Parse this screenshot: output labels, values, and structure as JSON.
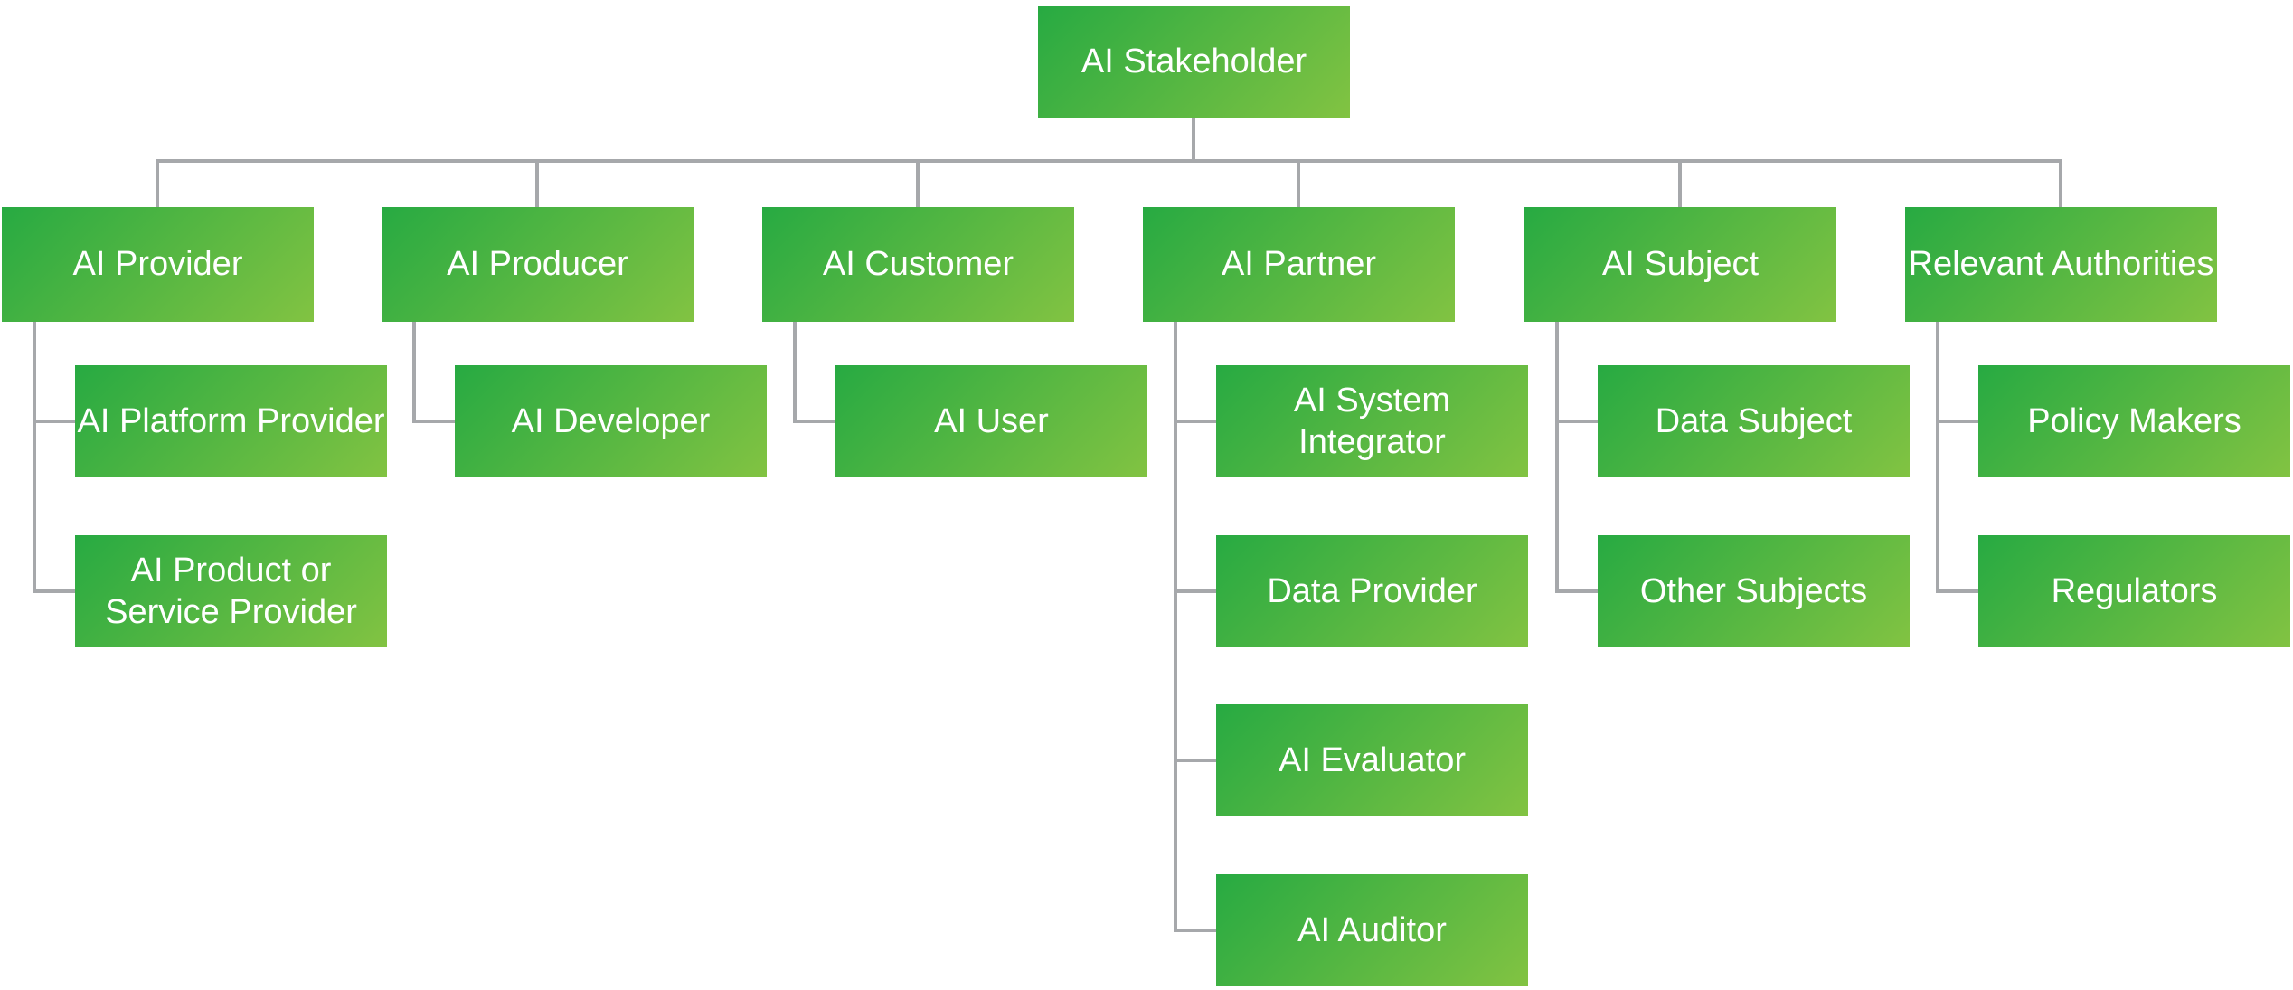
{
  "org": {
    "root": {
      "label": "AI Stakeholder"
    },
    "groups": [
      {
        "label": "AI Provider",
        "children": [
          {
            "label": "AI Platform Provider"
          },
          {
            "label": "AI Product or\nService Provider"
          }
        ]
      },
      {
        "label": "AI Producer",
        "children": [
          {
            "label": "AI Developer"
          }
        ]
      },
      {
        "label": "AI Customer",
        "children": [
          {
            "label": "AI User"
          }
        ]
      },
      {
        "label": "AI Partner",
        "children": [
          {
            "label": "AI System Integrator"
          },
          {
            "label": "Data Provider"
          },
          {
            "label": "AI Evaluator"
          },
          {
            "label": "AI Auditor"
          }
        ]
      },
      {
        "label": "AI Subject",
        "children": [
          {
            "label": "Data Subject"
          },
          {
            "label": "Other Subjects"
          }
        ]
      },
      {
        "label": "Relevant Authorities",
        "children": [
          {
            "label": "Policy Makers"
          },
          {
            "label": "Regulators"
          }
        ]
      }
    ]
  },
  "colors": {
    "box_gradient_start": "#27aa42",
    "box_gradient_end": "#82c342",
    "connector": "#a6a8ab",
    "box_text": "#ffffff",
    "background": "#ffffff"
  }
}
